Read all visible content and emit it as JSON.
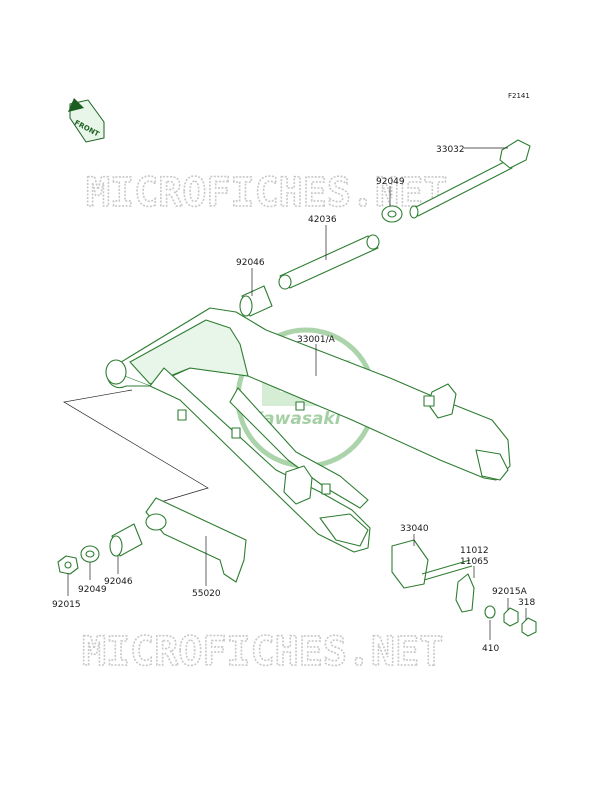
{
  "figure_code": "F2141",
  "watermark_text": "MICROFICHES.NET",
  "brand_logo_text": "Kawasaki",
  "front_arrow_label": "FRONT",
  "parts": [
    {
      "id": "p-33032",
      "label": "33032"
    },
    {
      "id": "p-92049a",
      "label": "92049"
    },
    {
      "id": "p-42036",
      "label": "42036"
    },
    {
      "id": "p-92046a",
      "label": "92046"
    },
    {
      "id": "p-33001",
      "label": "33001/A"
    },
    {
      "id": "p-33040",
      "label": "33040"
    },
    {
      "id": "p-11012",
      "label": "11012"
    },
    {
      "id": "p-11065",
      "label": "11065"
    },
    {
      "id": "p-92015a",
      "label": "92015A"
    },
    {
      "id": "p-318",
      "label": "318"
    },
    {
      "id": "p-410",
      "label": "410"
    },
    {
      "id": "p-92046b",
      "label": "92046"
    },
    {
      "id": "p-92049b",
      "label": "92049"
    },
    {
      "id": "p-92015",
      "label": "92015"
    },
    {
      "id": "p-55020",
      "label": "55020"
    }
  ],
  "colors": {
    "line": "#2e7d32",
    "watermark": "#c8c8c8",
    "logo": "#9ccc9c"
  }
}
